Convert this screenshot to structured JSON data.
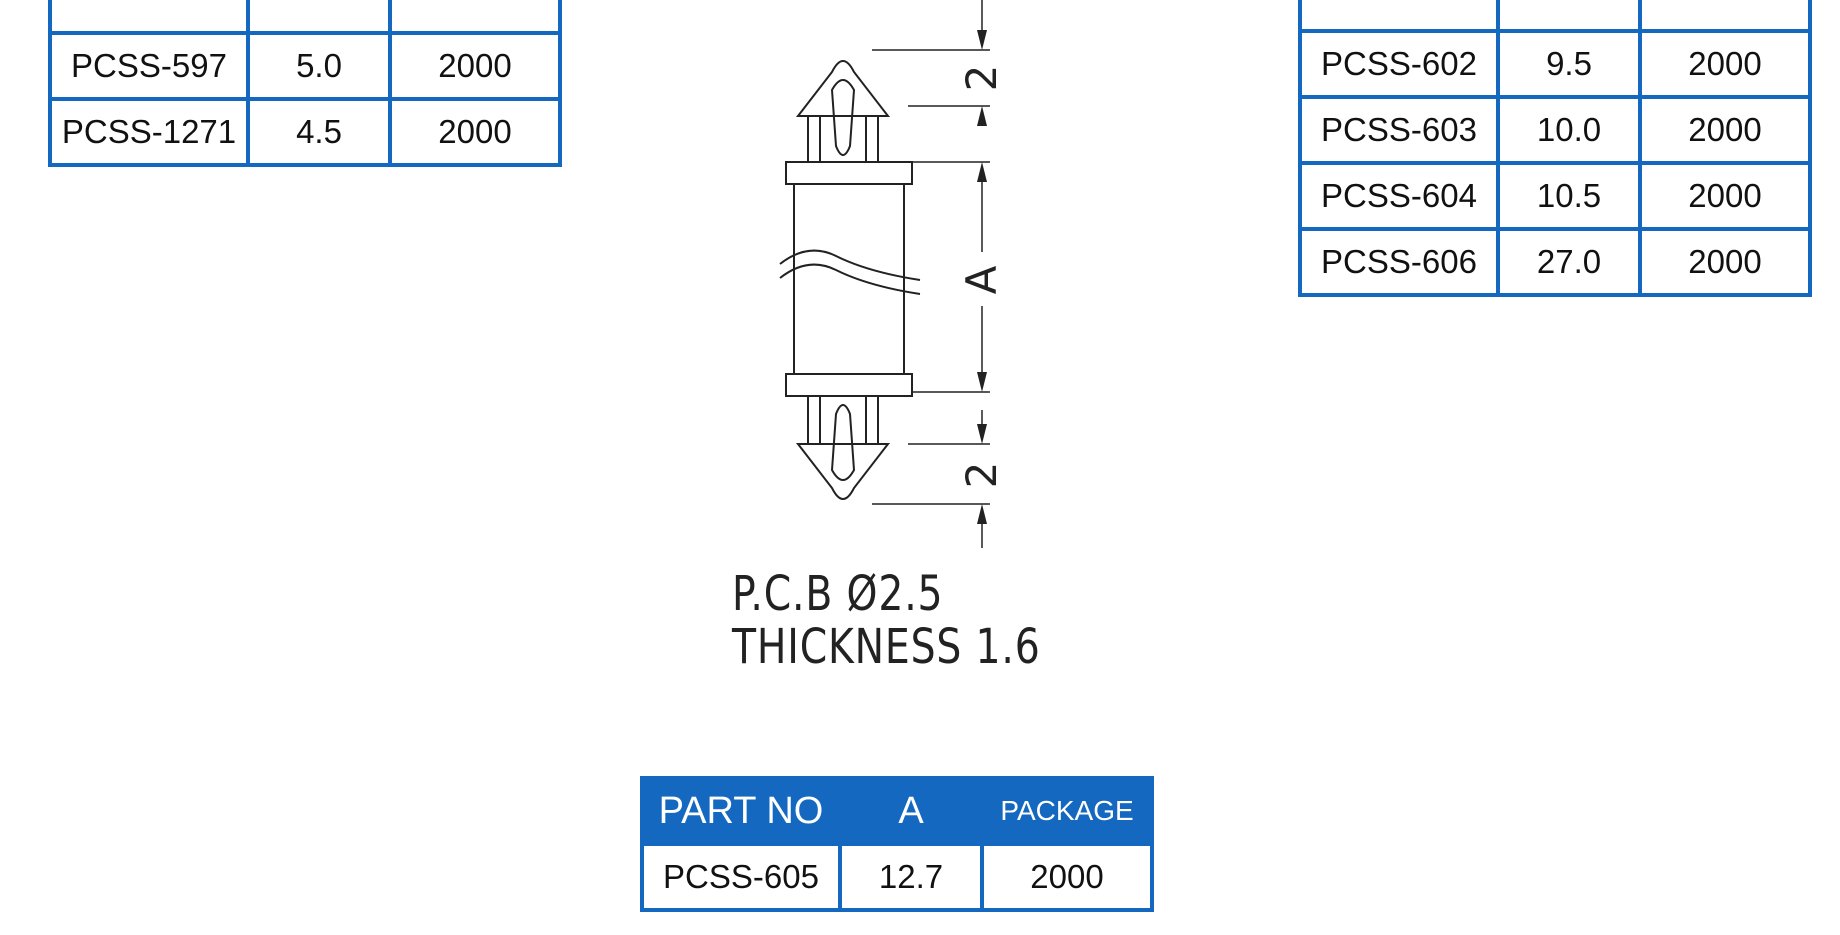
{
  "left_table": {
    "rows": [
      {
        "part": "PCSS-597",
        "a": "5.0",
        "package": "2000"
      },
      {
        "part": "PCSS-1271",
        "a": "4.5",
        "package": "2000"
      }
    ]
  },
  "right_table": {
    "rows": [
      {
        "part": "PCSS-602",
        "a": "9.5",
        "package": "2000"
      },
      {
        "part": "PCSS-603",
        "a": "10.0",
        "package": "2000"
      },
      {
        "part": "PCSS-604",
        "a": "10.5",
        "package": "2000"
      },
      {
        "part": "PCSS-606",
        "a": "27.0",
        "package": "2000"
      }
    ]
  },
  "bottom_table": {
    "headers": {
      "part": "PART NO",
      "a": "A",
      "package": "PACKAGE"
    },
    "rows": [
      {
        "part": "PCSS-605",
        "a": "12.7",
        "package": "2000"
      }
    ]
  },
  "drawing": {
    "dim_top": "2",
    "dim_middle": "A",
    "dim_bottom": "2",
    "note_line1": "P.C.B  Ø2.5",
    "note_line2": "THICKNESS  1.6"
  },
  "colors": {
    "table_border": "#1468bf",
    "header_fill": "#1468bf",
    "line_color": "#222222"
  }
}
